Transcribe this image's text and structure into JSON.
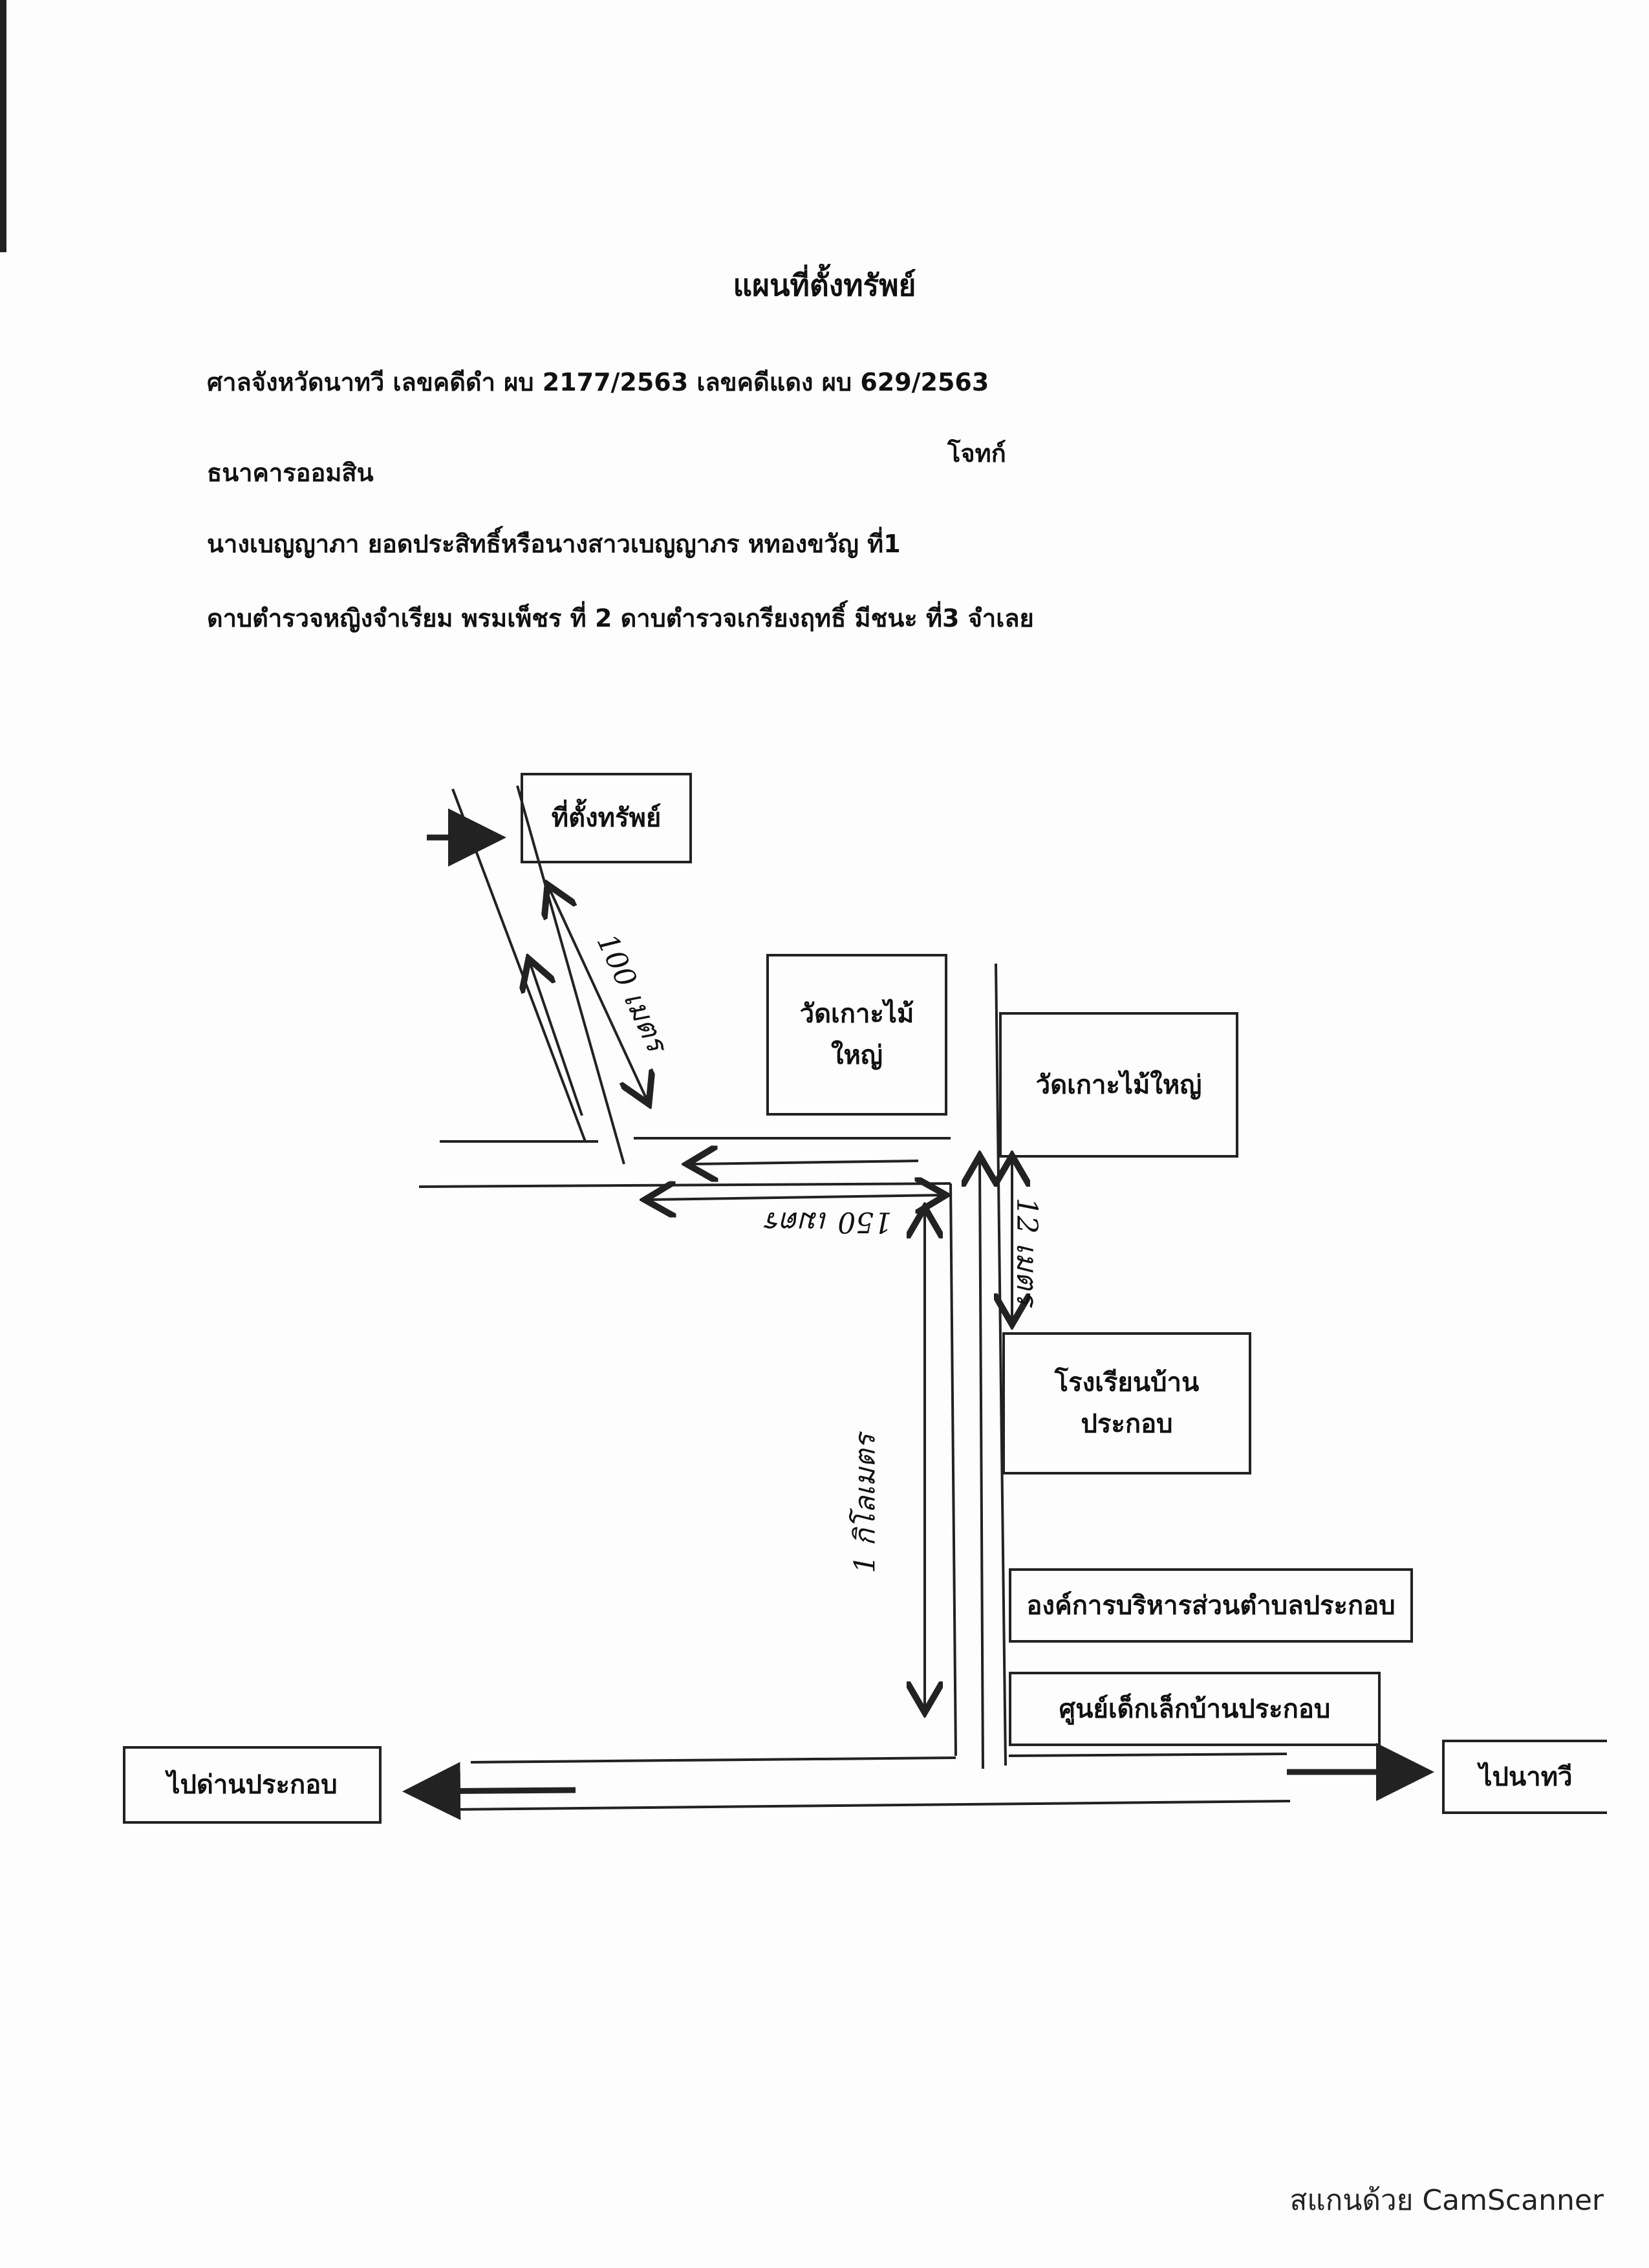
{
  "document": {
    "title": "แผนที่ตั้งทรัพย์",
    "case_line": "ศาลจังหวัดนาทวี เลขคดีดำ ผบ 2177/2563  เลขคดีแดง ผบ 629/2563",
    "plaintiff": "ธนาคารออมสิน",
    "plaintiff_role": "โจทก์",
    "defendant_line1": "นางเบญญาภา  ยอดประสิทธิ์หรือนางสาวเบญญาภร หทองขวัญ  ที่1",
    "defendant_line2": "ดาบตำรวจหญิงจำเรียม  พรมเพ็ชร  ที่ 2  ดาบตำรวจเกรียงฤทธิ์  มีชนะ  ที่3  จำเลย"
  },
  "map": {
    "property_label": "ที่ตั้งทรัพย์",
    "temple_left": "วัดเกาะไม้ใหญ่",
    "temple_right": "วัดเกาะไม้ใหญ่",
    "school": "โรงเรียนบ้านประกอบ",
    "tao": "องค์การบริหารส่วนตำบลประกอบ",
    "childcare": "ศูนย์เด็กเล็กบ้านประกอบ",
    "to_west": "ไปด่านประกอบ",
    "to_east": "ไปนาทวี",
    "dist_diagonal": "100 เมตร",
    "dist_horizontal": "150 เมตร",
    "dist_vertical_right": "12 เมตร",
    "dist_vertical_long": "1 กิโลเมตร"
  },
  "footer": {
    "scanner": "สแกนด้วย CamScanner"
  }
}
